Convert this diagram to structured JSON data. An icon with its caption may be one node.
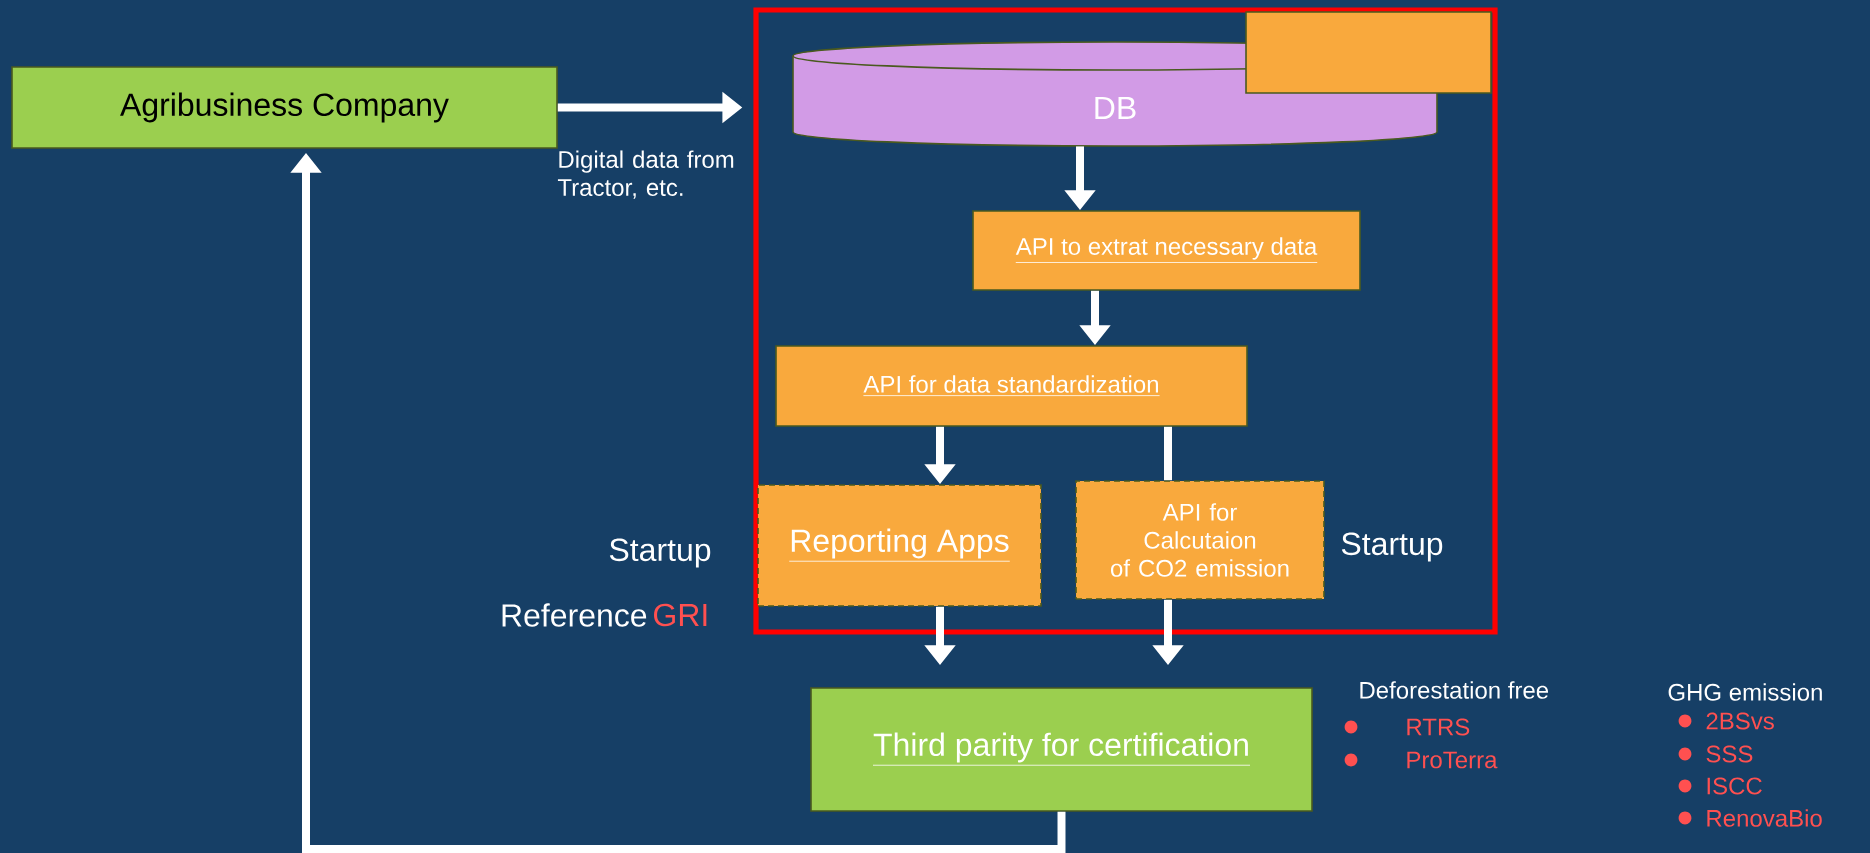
{
  "diagram": {
    "nodes": [
      {
        "text": [
          "Agribusiness Company"
        ]
      },
      {
        "text": [],
        "shape": "box"
      },
      {
        "text": [
          "DB"
        ],
        "in": 1
      },
      {
        "text": [],
        "shape": "box",
        "in": 1
      },
      {
        "text": [
          "API to extrat necessary data"
        ],
        "in": 1
      },
      {
        "text": [
          "API for data standardization"
        ],
        "in": 1
      },
      {
        "text": [
          "Reporting Apps"
        ],
        "in": 1,
        "beside": [
          "Startup"
        ]
      },
      {
        "text": [
          "API for Calcutaion of CO2 emission"
        ],
        "in": 1,
        "beside": [
          "Startup"
        ]
      },
      {
        "text": [
          "Third parity for certification"
        ]
      }
    ],
    "edges": [
      {
        "from": 0,
        "to": 1,
        "arrow": "to",
        "label": "Digital data from Tractor, etc."
      },
      {
        "from": 2,
        "to": 4,
        "arrow": "to"
      },
      {
        "from": 4,
        "to": 5,
        "arrow": "to"
      },
      {
        "from": 5,
        "to": 6,
        "arrow": "to"
      },
      {
        "from": 5,
        "to": 7,
        "arrow": "none"
      },
      {
        "from": 6,
        "to": 8,
        "arrow": "to"
      },
      {
        "from": 7,
        "to": 8,
        "arrow": "to"
      },
      {
        "from": 8,
        "to": 0,
        "arrow": "to"
      }
    ],
    "labels": [
      "Reference",
      "GRI",
      "Deforestation free",
      "RTRS",
      "ProTerra",
      "GHG emission",
      "2BSvs",
      "SSS",
      "ISCC",
      "RenovaBio"
    ]
  }
}
